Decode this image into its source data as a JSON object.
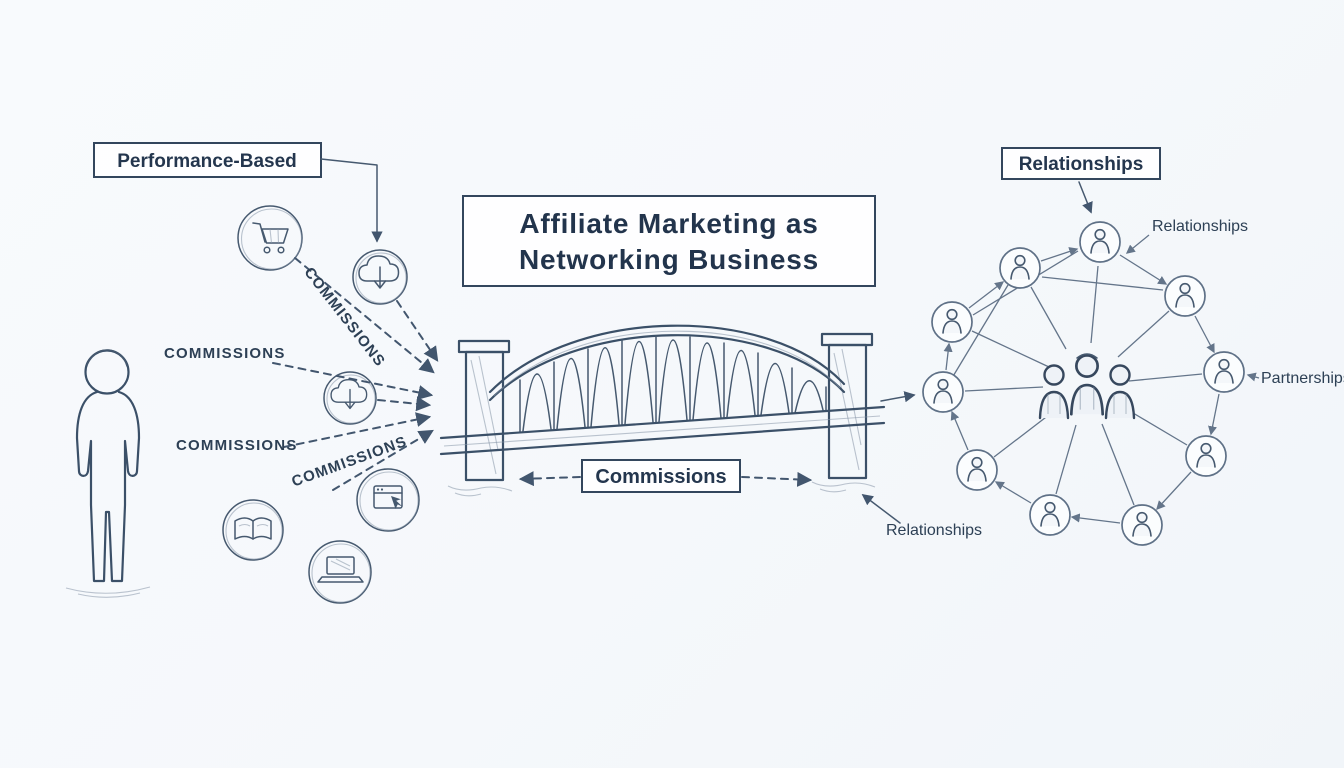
{
  "scene": {
    "background": "#f7f9fc",
    "ink_color": "#3b5068",
    "text_color": "#24364e"
  },
  "title": {
    "line1": "Affiliate Marketing as",
    "line2": "Networking Business"
  },
  "left_side": {
    "performance_label": "Performance-Based",
    "commissions_labels": [
      "COMMISSIONS",
      "COMMISSIONS",
      "COMMISSIONS",
      "COMMISSIONS"
    ],
    "icons": [
      "shopping-cart",
      "cloud-download",
      "cloud-download",
      "open-book",
      "browser-click",
      "laptop"
    ],
    "figure": "affiliate-person"
  },
  "bridge": {
    "label": "Commissions"
  },
  "network": {
    "heading": "Relationships",
    "annotation_top_right": "Relationships",
    "annotation_right": "Partnerships",
    "annotation_bottom": "Relationships",
    "node_count": 10
  }
}
